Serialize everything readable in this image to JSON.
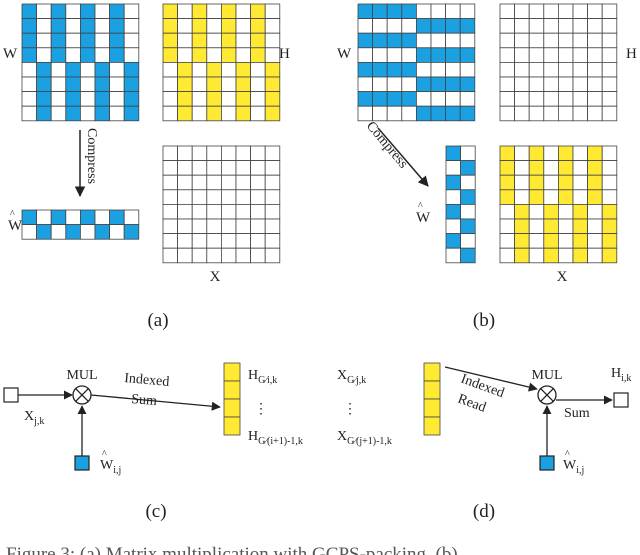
{
  "colors": {
    "blue": "#1ba1e2",
    "yellow": "#ffe933",
    "grid": "#444444"
  },
  "labels": {
    "W": "W",
    "H": "H",
    "X": "X",
    "W_hat": "W",
    "compress": "Compress",
    "mul": "MUL",
    "sum": "Sum",
    "indexed": "Indexed",
    "sum_word": "Sum",
    "read_word": "Read",
    "panel_a": "(a)",
    "panel_b": "(b)",
    "panel_c": "(c)",
    "panel_d": "(d)",
    "H_top_c": "H",
    "H_top_c_sub": "G∕i,k",
    "H_bot_c": "H",
    "H_bot_c_sub": "G∕(i+1)-1,k",
    "X_jk": "X",
    "X_jk_sub": "j,k",
    "W_ij": "W",
    "W_ij_sub": "i,j",
    "X_top_d": "X",
    "X_top_d_sub": "G∕j,k",
    "X_bot_d": "X",
    "X_bot_d_sub": "G∕(j+1)-1,k",
    "H_ik": "H",
    "H_ik_sub": "i,k",
    "W_ij_d": "W",
    "W_ij_d_sub": "i,j"
  },
  "caption": "Figure 3: (a) Matrix multiplication with GCPS-packing. (b)"
}
